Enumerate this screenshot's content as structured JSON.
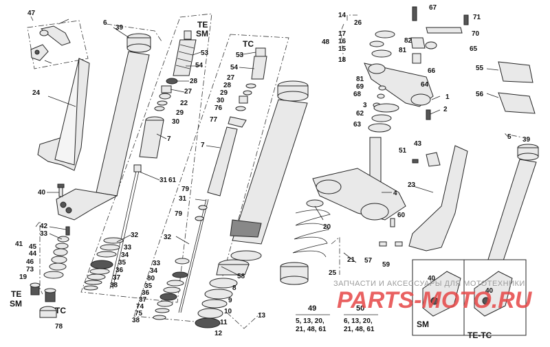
{
  "part_numbers": {
    "n47": "47",
    "n6": "6",
    "n39a": "39",
    "n24": "24",
    "n40a": "40",
    "n42": "42",
    "n33a": "33",
    "n41": "41",
    "n45": "45",
    "n44": "44",
    "n46": "46",
    "n73": "73",
    "n19": "19",
    "n78": "78",
    "n53a": "53",
    "n54a": "54",
    "n28a": "28",
    "n27a": "27",
    "n22": "22",
    "n29a": "29",
    "n30a": "30",
    "n7a": "7",
    "n31a": "31",
    "n61": "61",
    "n32a": "32",
    "n33b": "33",
    "n34a": "34",
    "n35a": "35",
    "n36a": "36",
    "n37a": "37",
    "n38a": "38",
    "n53b": "53",
    "n54b": "54",
    "n27b": "27",
    "n28b": "28",
    "n29b": "29",
    "n30b": "30",
    "n76": "76",
    "n77": "77",
    "n7b": "7",
    "n79a": "79",
    "n31b": "31",
    "n79b": "79",
    "n32b": "32",
    "n33c": "33",
    "n34b": "34",
    "n80": "80",
    "n35b": "35",
    "n36b": "36",
    "n37b": "37",
    "n74": "74",
    "n75": "75",
    "n38b": "38",
    "n58": "58",
    "n8": "8",
    "n9": "9",
    "n10": "10",
    "n11": "11",
    "n12": "12",
    "n13": "13",
    "n20": "20",
    "n21": "21",
    "n25": "25",
    "n14": "14",
    "n26": "26",
    "n17": "17",
    "n16": "16",
    "n15": "15",
    "n48": "48",
    "n18": "18",
    "n81a": "81",
    "n69": "69",
    "n68": "68",
    "n3": "3",
    "n62": "62",
    "n63": "63",
    "n64": "64",
    "n1": "1",
    "n2": "2",
    "n66": "66",
    "n82": "82",
    "n81b": "81",
    "n65": "65",
    "n67": "67",
    "n70": "70",
    "n71": "71",
    "n4": "4",
    "n43": "43",
    "n51": "51",
    "n60": "60",
    "n57": "57",
    "n59": "59",
    "n55": "55",
    "n56": "56",
    "n23": "23",
    "n5": "5",
    "n39b": "39",
    "n40b": "40",
    "n40c": "40"
  },
  "section_labels": {
    "te_sm_top_1": "TE",
    "te_sm_top_2": "SM",
    "tc_top": "TC",
    "te_sm_left_1": "TE",
    "te_sm_left_2": "SM",
    "tc_left": "TC",
    "sm_box": "SM",
    "te_tc_box": "TE-TC"
  },
  "kits": [
    {
      "id": "49",
      "contents_1": "5, 13, 20,",
      "contents_2": "21, 48, 61"
    },
    {
      "id": "50",
      "contents_1": "6, 13, 20,",
      "contents_2": "21, 48, 61"
    }
  ],
  "watermark": {
    "text": "ЗАПЧАСТИ И АКСЕССУАРЫ ДЛЯ МОТОТЕХНИКИ",
    "logo": "PARTS-MOTO.RU"
  }
}
